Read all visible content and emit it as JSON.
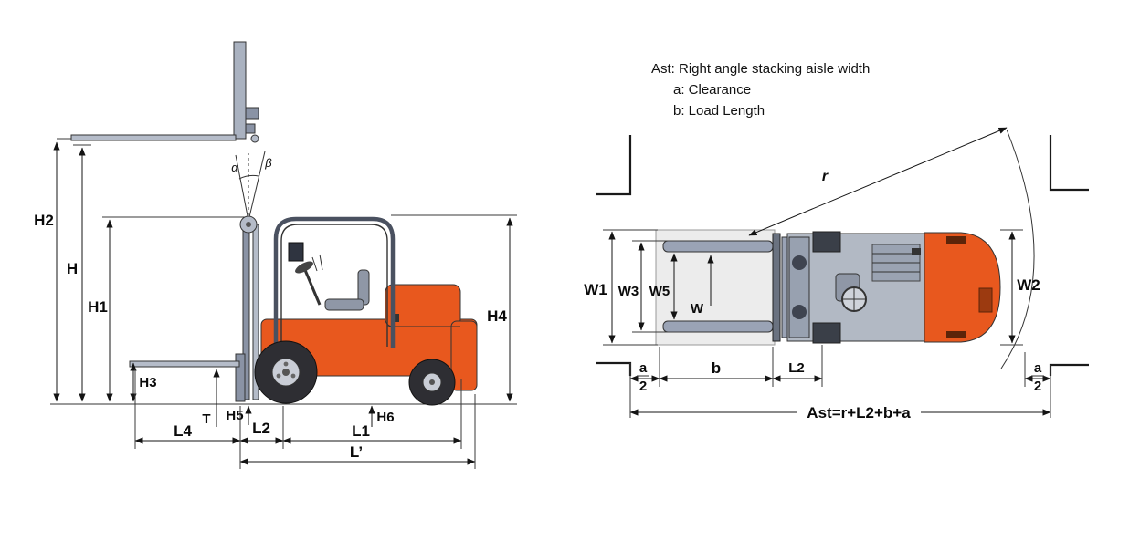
{
  "legend": {
    "line1": "Ast: Right angle stacking aisle width",
    "line2": "a: Clearance",
    "line3": "b: Load Length"
  },
  "side_view": {
    "h2": "H2",
    "h": "H",
    "h1": "H1",
    "h3": "H3",
    "h4": "H4",
    "h5": "H5",
    "h6": "H6",
    "t": "T",
    "l2": "L2",
    "l1": "L1",
    "l4": "L4",
    "l_prime": "L’",
    "alpha": "α",
    "beta": "β"
  },
  "top_view": {
    "w1": "W1",
    "w2": "W2",
    "w3": "W3",
    "w5": "W5",
    "w": "W",
    "r": "r",
    "b": "b",
    "l2": "L2",
    "a_num": "a",
    "a_den": "2",
    "ast_formula": "Ast=r+L2+b+a"
  },
  "colors": {
    "body_orange": "#e8581e",
    "cab_gray": "#aab2bf",
    "steel_gray": "#9aa3b5",
    "line": "#141414"
  }
}
